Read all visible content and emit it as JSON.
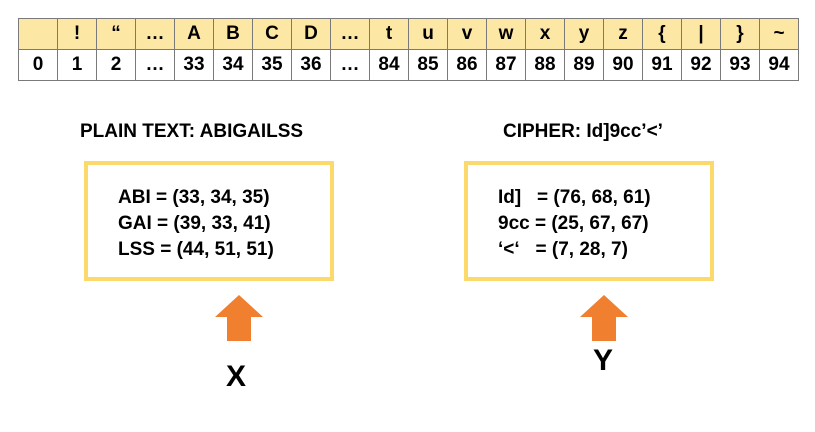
{
  "table": {
    "chars": [
      "",
      "!",
      "“",
      "…",
      "A",
      "B",
      "C",
      "D",
      "…",
      "t",
      "u",
      "v",
      "w",
      "x",
      "y",
      "z",
      "{",
      "|",
      "}",
      "~"
    ],
    "codes": [
      "0",
      "1",
      "2",
      "…",
      "33",
      "34",
      "35",
      "36",
      "…",
      "84",
      "85",
      "86",
      "87",
      "88",
      "89",
      "90",
      "91",
      "92",
      "93",
      "94"
    ]
  },
  "plain": {
    "title": "PLAIN TEXT: ABIGAILSS",
    "lines": [
      "ABI = (33, 34, 35)",
      "GAI = (39, 33, 41)",
      "LSS = (44, 51, 51)"
    ],
    "label": "X"
  },
  "cipher": {
    "title": "CIPHER: Id]9cc’<’",
    "lines": [
      "Id]   = (76, 68, 61)",
      "9cc = (25, 67, 67)",
      "‘<‘   = (7, 28, 7)"
    ],
    "label": "Y"
  },
  "colors": {
    "header_fill": "#fde7a5",
    "box_border": "#fbd96a",
    "arrow": "#f08030"
  },
  "icons": {
    "arrow": "up-arrow-icon"
  }
}
